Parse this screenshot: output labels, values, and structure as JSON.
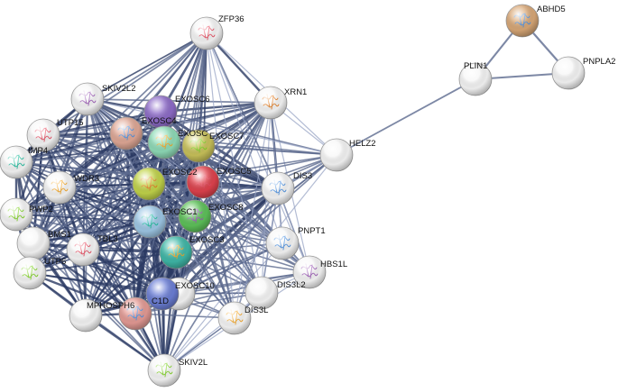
{
  "network": {
    "nodes": [
      {
        "id": "ZFP36",
        "label": "ZFP36",
        "color": "#f7f7f7",
        "icon": "protein-structure-icon"
      },
      {
        "id": "ABHD5",
        "label": "ABHD5",
        "color": "#d9a877",
        "icon": "protein-structure-icon"
      },
      {
        "id": "PLIN1",
        "label": "PLIN1",
        "color": "#f7f7f7",
        "icon": ""
      },
      {
        "id": "PNPLA2",
        "label": "PNPLA2",
        "color": "#f7f7f7",
        "icon": ""
      },
      {
        "id": "SKIV2L2",
        "label": "SKIV2L2",
        "color": "#f7f7f7",
        "icon": "protein-structure-icon"
      },
      {
        "id": "EXOSC6",
        "label": "EXOSC6",
        "color": "#8e6cc9",
        "icon": ""
      },
      {
        "id": "XRN1",
        "label": "XRN1",
        "color": "#f7f7f7",
        "icon": "protein-structure-icon"
      },
      {
        "id": "UTP15",
        "label": "UTP15",
        "color": "#f7f7f7",
        "icon": "protein-structure-icon"
      },
      {
        "id": "EXOSC4",
        "label": "EXOSC4",
        "color": "#e0a896",
        "icon": "protein-structure-icon"
      },
      {
        "id": "EXOSC9",
        "label": "EXOSC",
        "color": "#8fdcb8",
        "icon": "protein-structure-icon"
      },
      {
        "id": "EXOSC7",
        "label": "EXOSC7",
        "color": "#c9c25a",
        "icon": "protein-structure-icon"
      },
      {
        "id": "HELZ2",
        "label": "HELZ2",
        "color": "#f7f7f7",
        "icon": ""
      },
      {
        "id": "IMP4",
        "label": "IMP4",
        "color": "#f7f7f7",
        "icon": "protein-structure-icon"
      },
      {
        "id": "EXOSC2",
        "label": "EXOSC2",
        "color": "#c2d44a",
        "icon": "protein-structure-icon"
      },
      {
        "id": "EXOSC5",
        "label": "EXOSC5",
        "color": "#e0424d",
        "icon": "protein-structure-icon"
      },
      {
        "id": "DIS3",
        "label": "DIS3",
        "color": "#f7f7f7",
        "icon": "protein-structure-icon"
      },
      {
        "id": "WDR3",
        "label": "WDR3",
        "color": "#f7f7f7",
        "icon": "protein-structure-icon"
      },
      {
        "id": "PWP2",
        "label": "PWP2",
        "color": "#f7f7f7",
        "icon": "protein-structure-icon"
      },
      {
        "id": "EXOSC8",
        "label": "EXOSC8",
        "color": "#5ec25a",
        "icon": "protein-structure-icon"
      },
      {
        "id": "EXOSC1",
        "label": "EXOSC1",
        "color": "#9ec8e6",
        "icon": "protein-structure-icon"
      },
      {
        "id": "BMS1",
        "label": "BMS1",
        "color": "#f7f7f7",
        "icon": ""
      },
      {
        "id": "TBL3",
        "label": "TBL3",
        "color": "#f7f7f7",
        "icon": "protein-structure-icon"
      },
      {
        "id": "PNPT1",
        "label": "PNPT1",
        "color": "#f7f7f7",
        "icon": "protein-structure-icon"
      },
      {
        "id": "EXOSC3",
        "label": "EXOSC3",
        "color": "#3fb8a8",
        "icon": "protein-structure-icon"
      },
      {
        "id": "UTP6",
        "label": "UTP6",
        "color": "#f7f7f7",
        "icon": "protein-structure-icon"
      },
      {
        "id": "HBS1L",
        "label": "HBS1L",
        "color": "#f7f7f7",
        "icon": "protein-structure-icon"
      },
      {
        "id": "EXOSC10",
        "label": "EXOSC10",
        "color": "#f7f7f7",
        "icon": ""
      },
      {
        "id": "DIS3L2",
        "label": "DIS3L2",
        "color": "#f7f7f7",
        "icon": ""
      },
      {
        "id": "C1D",
        "label": "C1D",
        "color": "#6c7fd6",
        "icon": ""
      },
      {
        "id": "MPHOSPH6",
        "label": "MPHOSPH6",
        "color": "#e59b95",
        "icon": "protein-structure-icon"
      },
      {
        "id": "DIS3L",
        "label": "DIS3L",
        "color": "#f7f7f7",
        "icon": "protein-structure-icon"
      },
      {
        "id": "SKIV2L",
        "label": "SKIV2L",
        "color": "#f7f7f7",
        "icon": "protein-structure-icon"
      }
    ]
  }
}
